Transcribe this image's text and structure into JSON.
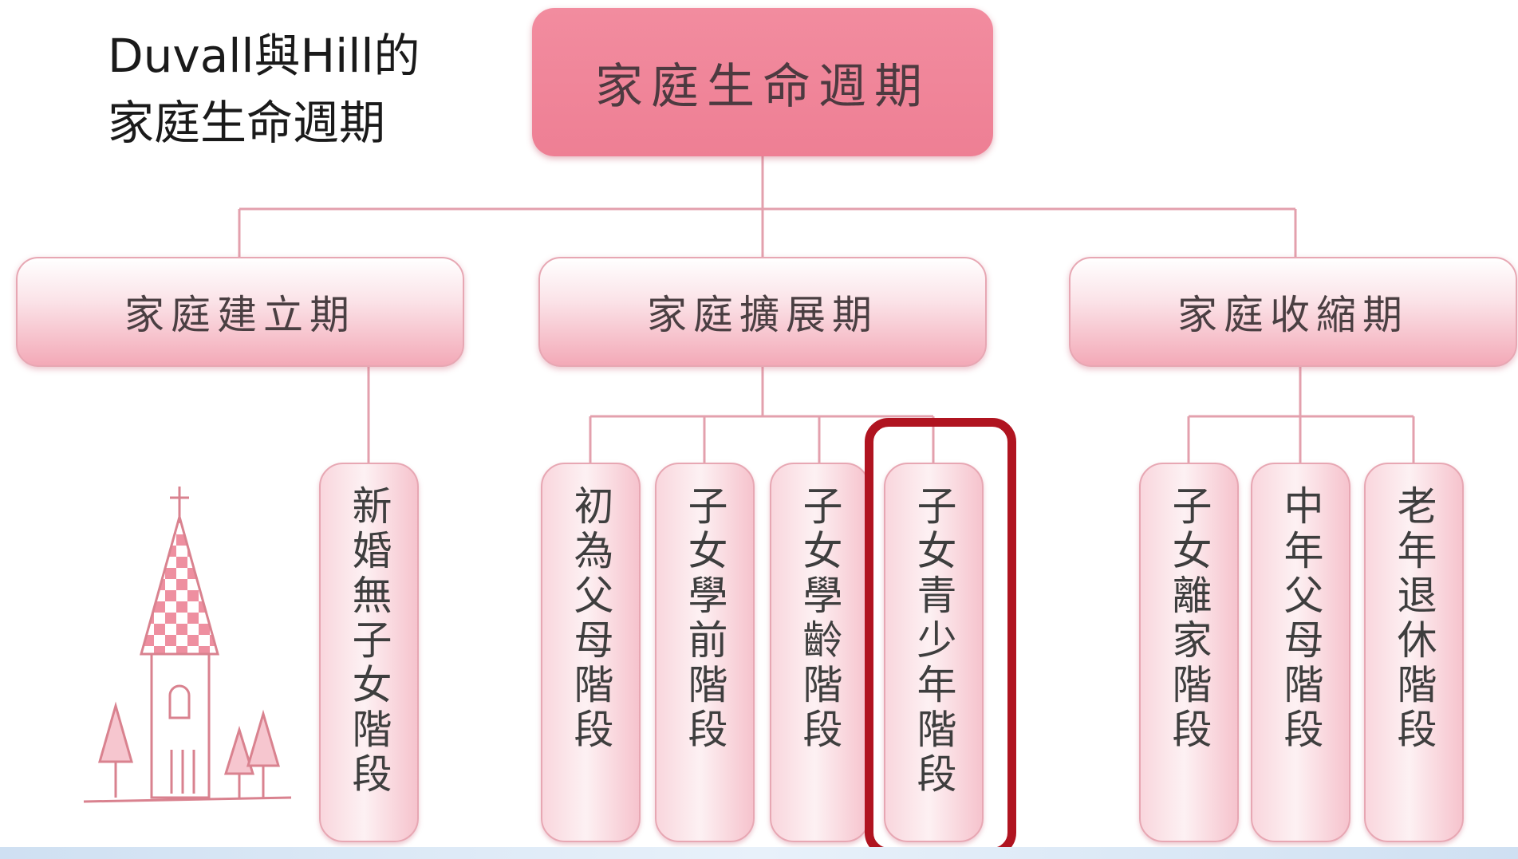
{
  "caption": {
    "line1": "Duvall與Hill的",
    "line2": "家庭生命週期"
  },
  "root": {
    "label": "家庭生命週期"
  },
  "phases": [
    {
      "label": "家庭建立期"
    },
    {
      "label": "家庭擴展期"
    },
    {
      "label": "家庭收縮期"
    }
  ],
  "stages": [
    {
      "label": "新婚無子女階段"
    },
    {
      "label": "初為父母階段"
    },
    {
      "label": "子女學前階段"
    },
    {
      "label": "子女學齡階段"
    },
    {
      "label": "子女青少年階段"
    },
    {
      "label": "子女離家階段"
    },
    {
      "label": "中年父母階段"
    },
    {
      "label": "老年退休階段"
    }
  ],
  "colors": {
    "root_fill": "#f08499",
    "phase_fill": "#f3a9b7",
    "stage_fill": "#fbe3e8",
    "connector": "#e3a0ad",
    "highlight_border": "#b01420"
  }
}
